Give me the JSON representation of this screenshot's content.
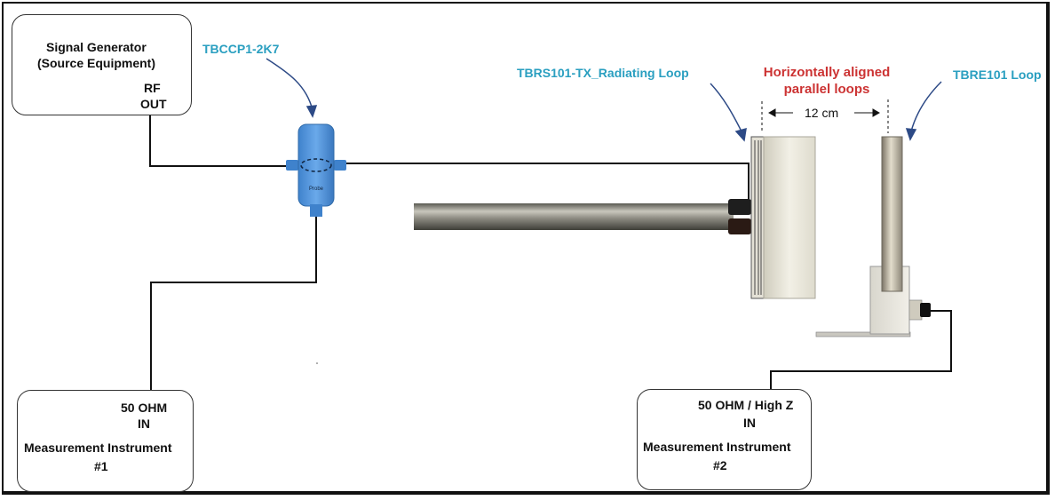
{
  "signal_generator": {
    "title_line1": "Signal Generator",
    "title_line2": "(Source Equipment)",
    "port_line1": "RF",
    "port_line2": "OUT"
  },
  "probe": {
    "label": "TBCCP1-2K7",
    "body_text": "Probe"
  },
  "radiating_loop": {
    "label": "TBRS101-TX_Radiating Loop"
  },
  "alignment_note": {
    "line1": "Horizontally aligned",
    "line2": "parallel loops"
  },
  "distance": {
    "label": "12 cm"
  },
  "receive_loop": {
    "label": "TBRE101 Loop"
  },
  "instrument1": {
    "port_line1": "50 OHM",
    "port_line2": "IN",
    "title_line1": "Measurement Instrument",
    "title_line2": "#1"
  },
  "instrument2": {
    "port_line1": "50 OHM / High Z",
    "port_line2": "IN",
    "title_line1": "Measurement Instrument",
    "title_line2": "#2"
  },
  "colors": {
    "label_blue": "#2a9fc0",
    "note_red": "#cc3333",
    "probe_blue": "#4a90d9"
  }
}
